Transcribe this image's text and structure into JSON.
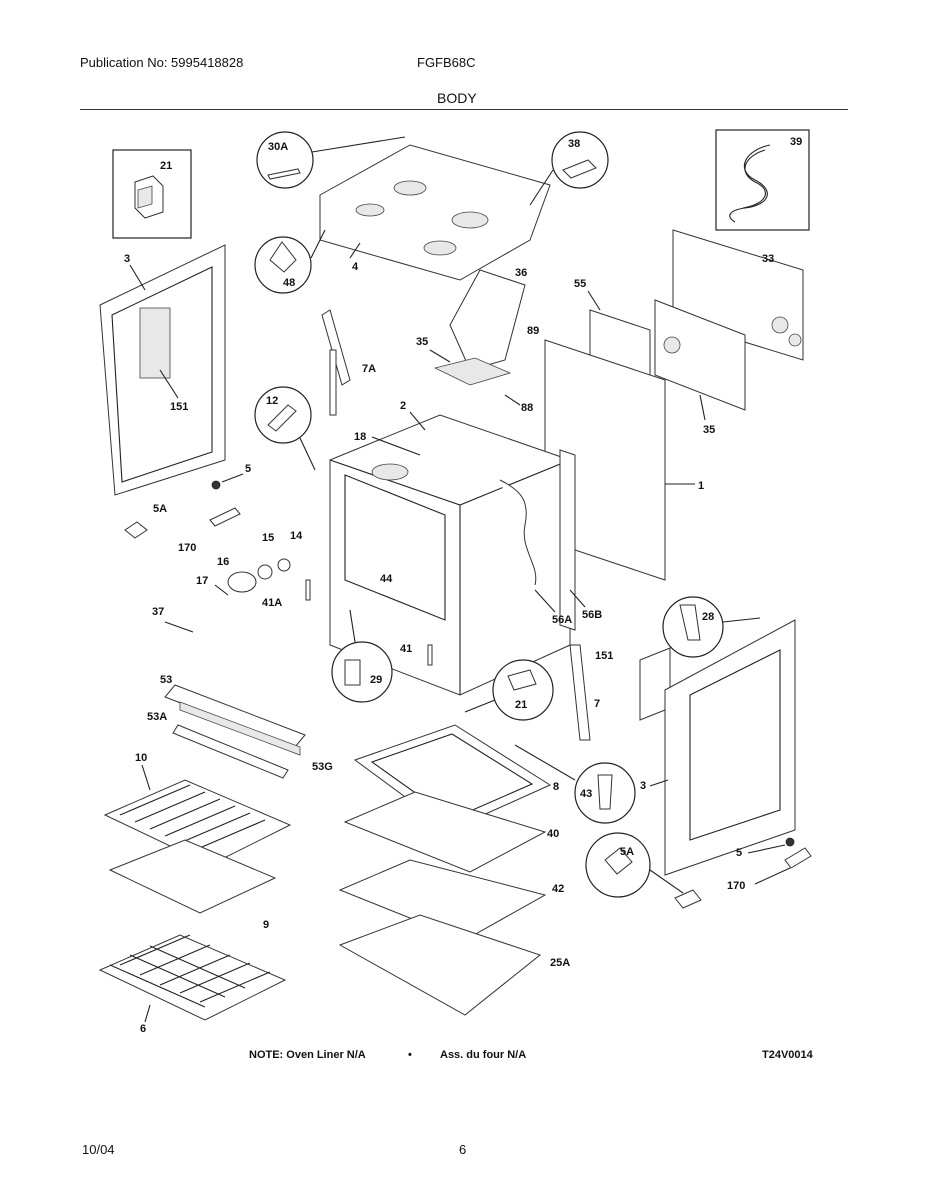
{
  "header": {
    "publication": "Publication No: 5995418828",
    "model": "FGFB68C",
    "section": "BODY"
  },
  "labels": {
    "p21": "21",
    "p30A": "30A",
    "p38": "38",
    "p39": "39",
    "p33": "33",
    "p3L": "3",
    "p151L": "151",
    "p4": "4",
    "p48": "48",
    "p36": "36",
    "p55": "55",
    "p35": "35",
    "p89": "89",
    "p88": "88",
    "p7A": "7A",
    "p12": "12",
    "p2": "2",
    "p18": "18",
    "p35R": "35",
    "p1": "1",
    "p5L": "5",
    "p5AL": "5A",
    "p170L": "170",
    "p14": "14",
    "p15": "15",
    "p16": "16",
    "p17": "17",
    "p44": "44",
    "p41A": "41A",
    "p37": "37",
    "p56A": "56A",
    "p56B": "56B",
    "p28": "28",
    "p151R": "151",
    "p41": "41",
    "p29": "29",
    "p21B": "21",
    "p7": "7",
    "p53": "53",
    "p53A": "53A",
    "p53G": "53G",
    "p10": "10",
    "p8": "8",
    "p43": "43",
    "p3R": "3",
    "p40": "40",
    "p42": "42",
    "p5AR": "5A",
    "p5R": "5",
    "p170R": "170",
    "p9": "9",
    "p25A": "25A",
    "p6": "6"
  },
  "footer": {
    "note1": "NOTE: Oven Liner N/A",
    "bullet": "•",
    "note2": "Ass. du four N/A",
    "figure_id": "T24V0014",
    "date": "10/04",
    "page": "6"
  }
}
